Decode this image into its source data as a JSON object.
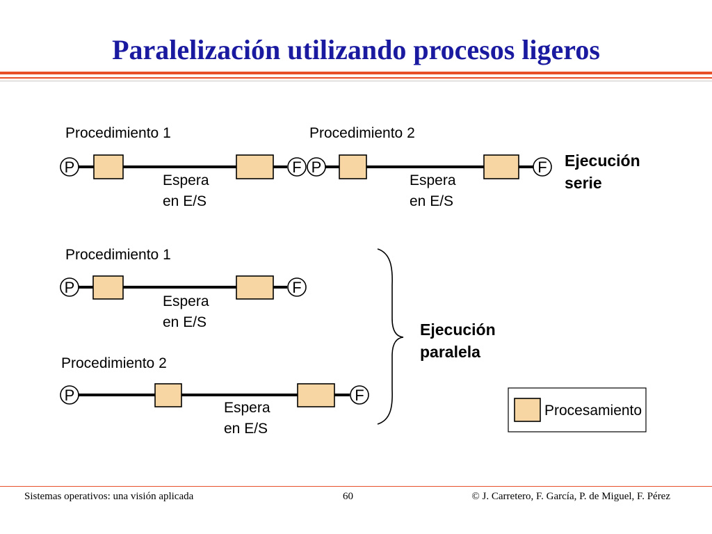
{
  "slide": {
    "title": "Paralelización utilizando procesos ligeros"
  },
  "diagram": {
    "start_label": "P",
    "end_label": "F",
    "serial": {
      "procedure_1_label": "Procedimiento 1",
      "procedure_2_label": "Procedimiento 2",
      "wait_1_line1": "Espera",
      "wait_1_line2": "en E/S",
      "wait_2_line1": "Espera",
      "wait_2_line2": "en E/S",
      "mode_line1": "Ejecución",
      "mode_line2": "serie"
    },
    "parallel": {
      "procedure_1_label": "Procedimiento 1",
      "procedure_2_label": "Procedimiento 2",
      "wait_1_line1": "Espera",
      "wait_1_line2": "en E/S",
      "wait_2_line1": "Espera",
      "wait_2_line2": "en E/S",
      "mode_line1": "Ejecución",
      "mode_line2": "paralela"
    },
    "legend": {
      "label": "Procesamiento"
    },
    "colors": {
      "processing_box": "#f8d6a3",
      "title": "#1a1aa0",
      "rule": "#e8502a"
    }
  },
  "footer": {
    "book": "Sistemas operativos: una visión aplicada",
    "page": "60",
    "copyright": "© J. Carretero, F. García, P. de Miguel, F. Pérez"
  }
}
